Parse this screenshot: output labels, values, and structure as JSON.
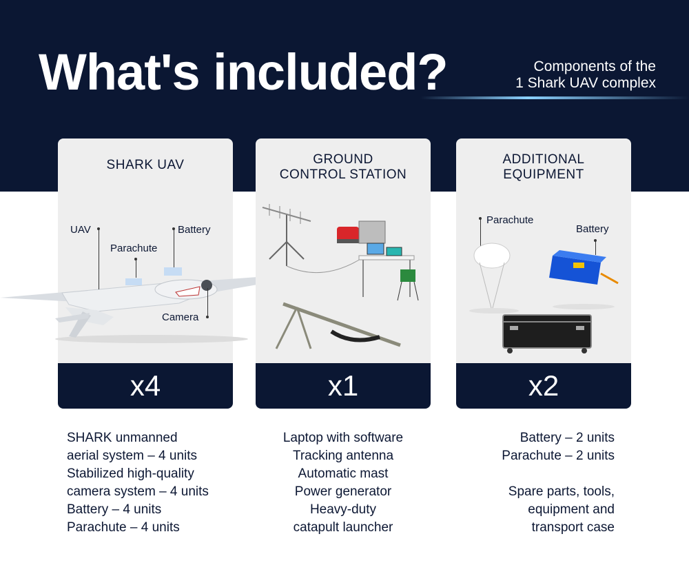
{
  "header": {
    "title": "What's included?",
    "subtitle_line1": "Components of the",
    "subtitle_line2": "1 Shark UAV complex"
  },
  "cards": [
    {
      "title": "SHARK UAV",
      "quantity": "x4",
      "labels": {
        "uav": "UAV",
        "parachute": "Parachute",
        "battery": "Battery",
        "camera": "Camera"
      },
      "description": [
        "SHARK unmanned",
        "aerial system – 4 units",
        "Stabilized high-quality",
        "camera system – 4 units",
        "Battery – 4 units",
        "Parachute – 4 units"
      ]
    },
    {
      "title": "GROUND\nCONTROL STATION",
      "quantity": "x1",
      "description": [
        "Laptop with software",
        "Tracking antenna",
        "Automatic mast",
        "Power generator",
        "Heavy-duty",
        "catapult launcher"
      ]
    },
    {
      "title": "ADDITIONAL\nEQUIPMENT",
      "quantity": "x2",
      "labels": {
        "parachute": "Parachute",
        "battery": "Battery"
      },
      "description": [
        "Battery – 2 units",
        "Parachute – 2 units",
        "",
        "Spare parts, tools,",
        "equipment and",
        "transport case"
      ]
    }
  ],
  "colors": {
    "navy": "#0b1733",
    "card_bg": "#eeeeee",
    "accent_glow": "#8cd2ff"
  }
}
